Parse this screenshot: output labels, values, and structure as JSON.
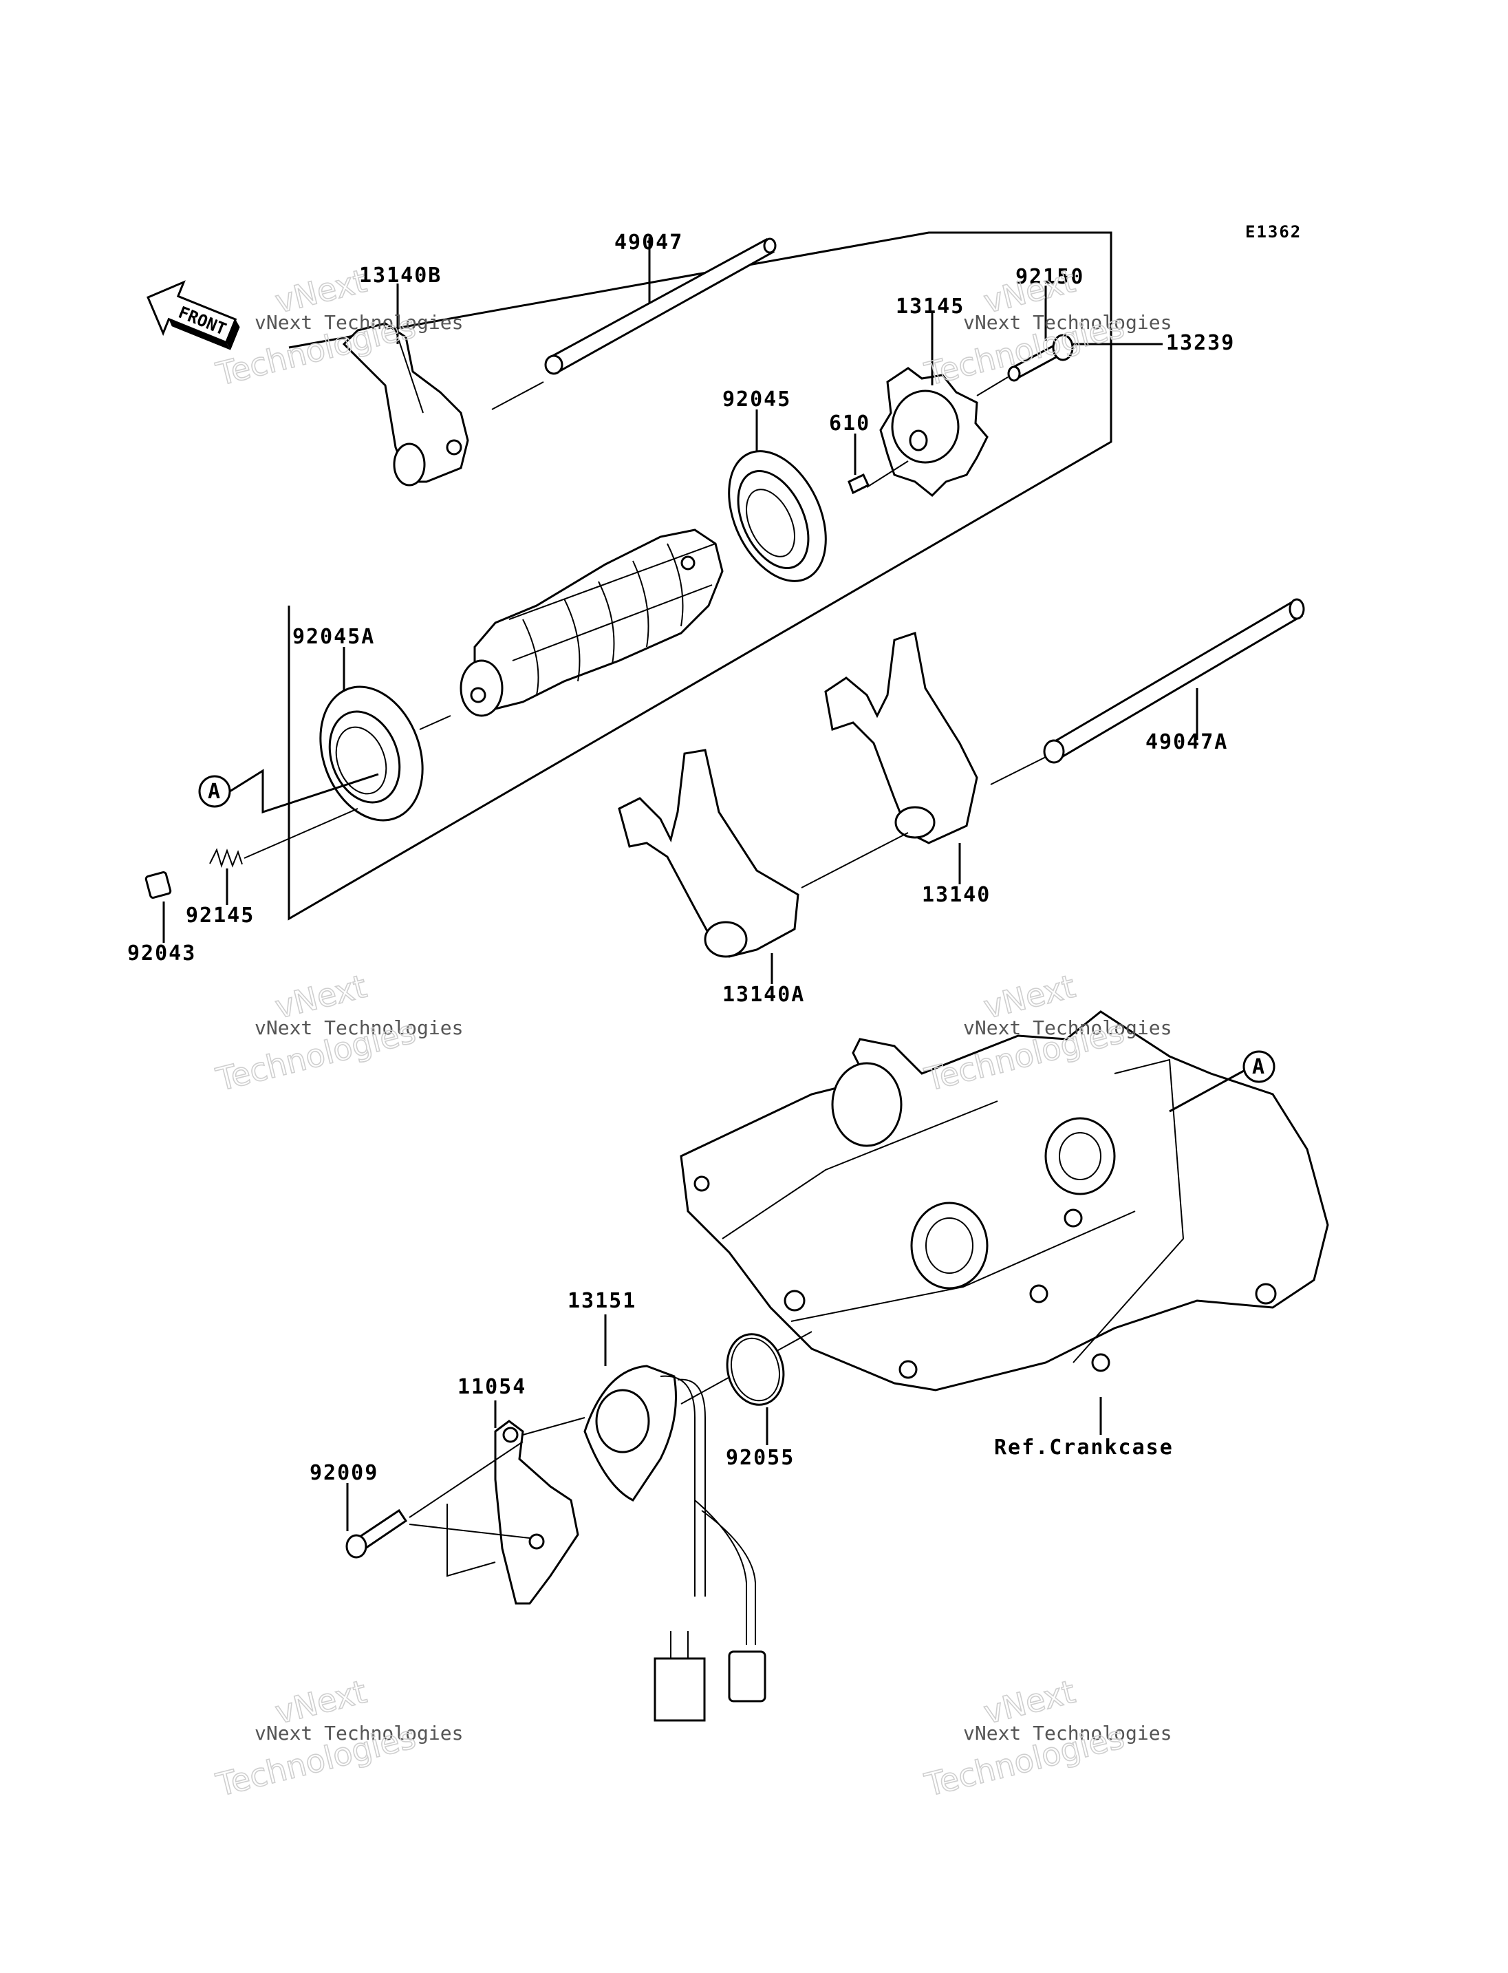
{
  "diagram_code": "E1362",
  "front_arrow_label": "FRONT",
  "callouts": {
    "c49047": "49047",
    "c13140B": "13140B",
    "c92150": "92150",
    "c13145": "13145",
    "c13239": "13239",
    "c92045": "92045",
    "c610": "610",
    "c92045A": "92045A",
    "c49047A": "49047A",
    "c92145": "92145",
    "c92043": "92043",
    "c13140": "13140",
    "c13140A": "13140A",
    "c13151": "13151",
    "c11054": "11054",
    "c92009": "92009",
    "c92055": "92055",
    "ref_crankcase": "Ref.Crankcase"
  },
  "reference_marker": "A",
  "watermark": {
    "small": "vNext Technologies",
    "big_line1": "vNext",
    "big_line2": "Technologies"
  }
}
